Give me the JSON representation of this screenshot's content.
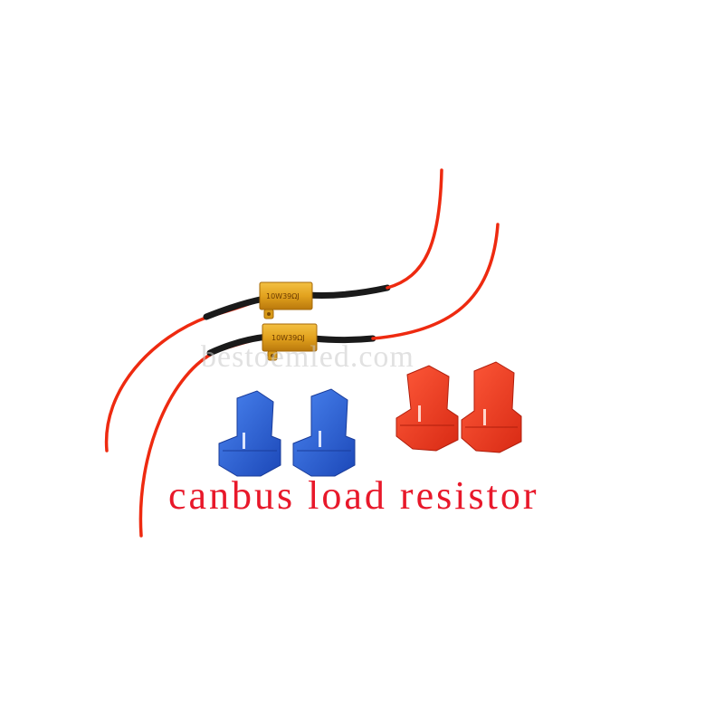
{
  "watermark": "bestoemled.com",
  "caption": "canbus load resistor",
  "resistor_marking": "10W39ΩJ",
  "colors": {
    "wire": "#ee2a10",
    "heatshrink": "#1a1a1a",
    "resistor_body": "#e2a21e",
    "blue_connector": "#2a62d8",
    "red_connector": "#ee3a20",
    "caption": "#e8182a"
  },
  "objects": [
    "resistor-with-wires",
    "resistor-with-wires",
    "blue-tap-connector",
    "blue-tap-connector",
    "red-tap-connector",
    "red-tap-connector"
  ]
}
